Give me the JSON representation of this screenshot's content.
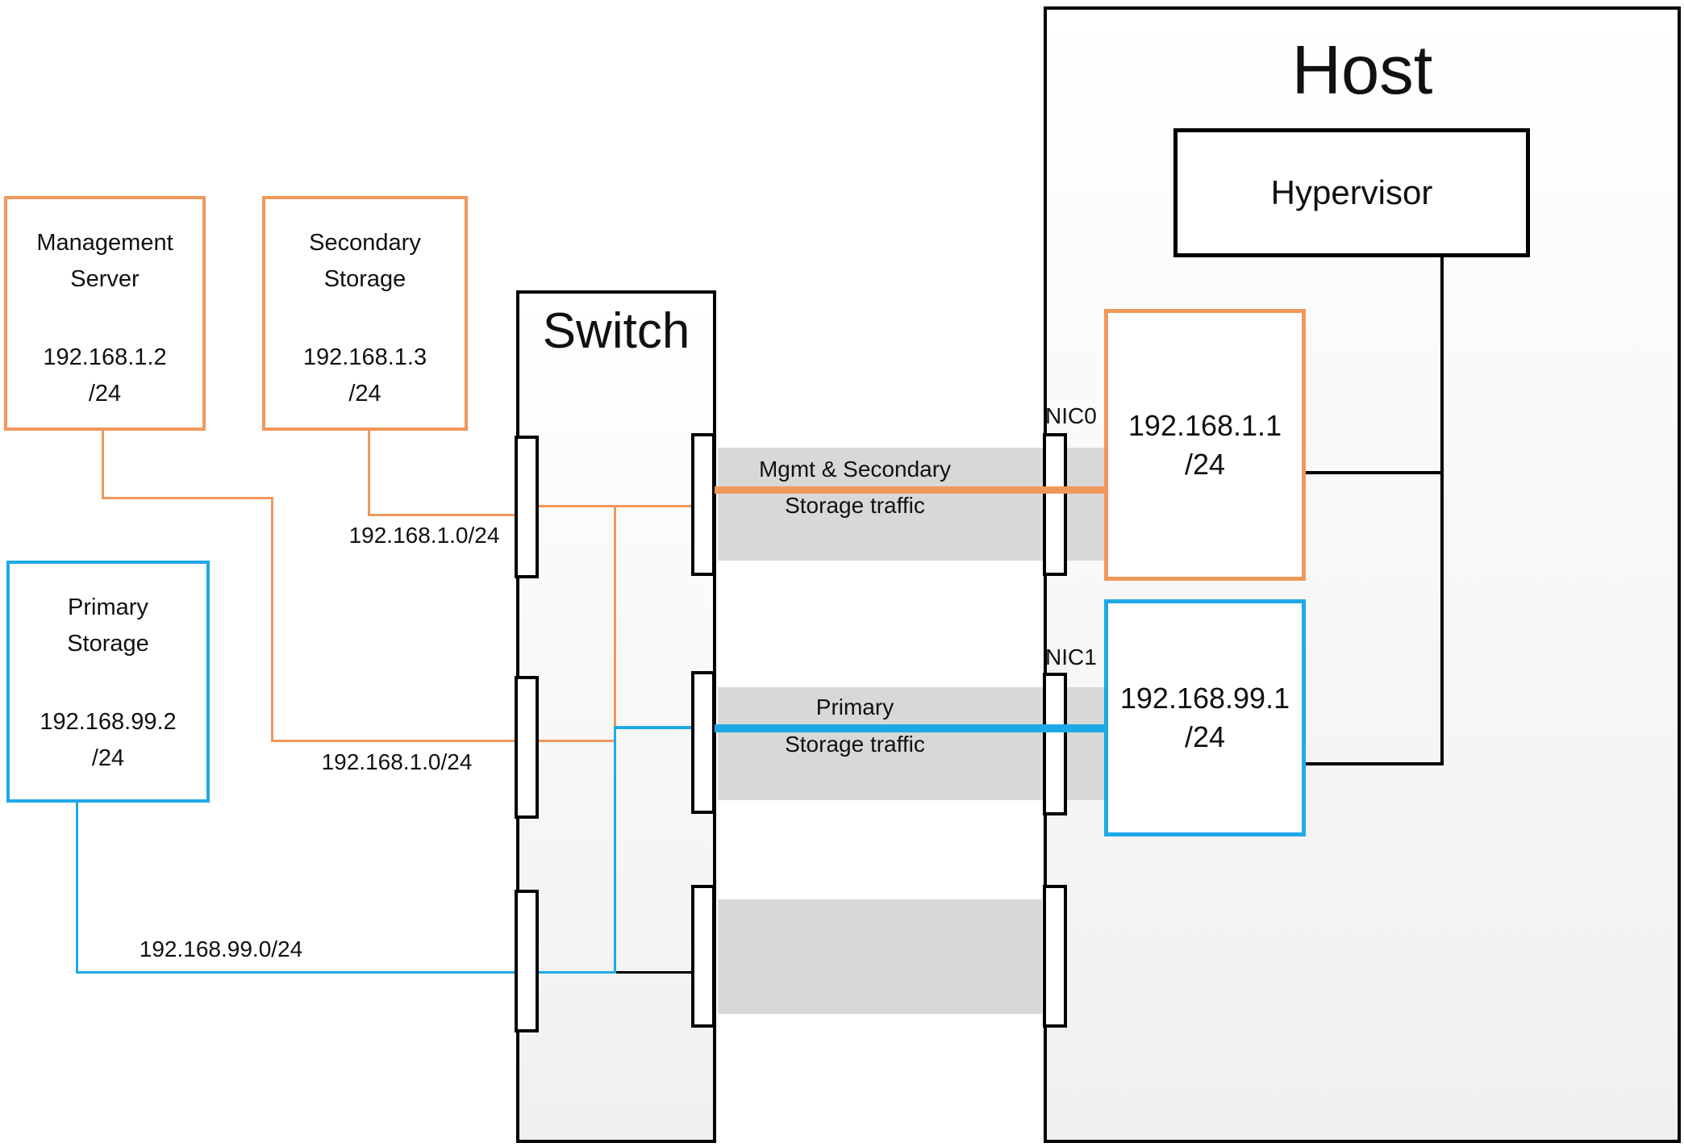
{
  "colors": {
    "orange": "#F0985B",
    "blue": "#1EA9E6",
    "band_gray": "#D8D8D8",
    "line_black": "#000000"
  },
  "host": {
    "title": "Host",
    "hypervisor_label": "Hypervisor"
  },
  "switch": {
    "title": "Switch"
  },
  "nodes": {
    "management_server": {
      "line1": "Management",
      "line2": "Server",
      "ip": "192.168.1.2",
      "mask": "/24"
    },
    "secondary_storage": {
      "line1": "Secondary",
      "line2": "Storage",
      "ip": "192.168.1.3",
      "mask": "/24"
    },
    "primary_storage": {
      "line1": "Primary",
      "line2": "Storage",
      "ip": "192.168.99.2",
      "mask": "/24"
    },
    "nic0": {
      "label": "NIC0",
      "ip": "192.168.1.1",
      "mask": "/24"
    },
    "nic1": {
      "label": "NIC1",
      "ip": "192.168.99.1",
      "mask": "/24"
    }
  },
  "network_labels": {
    "secondary_link": "192.168.1.0/24",
    "management_link": "192.168.1.0/24",
    "primary_link": "192.168.99.0/24"
  },
  "traffic_bands": {
    "mgmt_secondary": {
      "line1": "Mgmt & Secondary",
      "line2": "Storage traffic"
    },
    "primary": {
      "line1": "Primary",
      "line2": "Storage traffic"
    }
  }
}
